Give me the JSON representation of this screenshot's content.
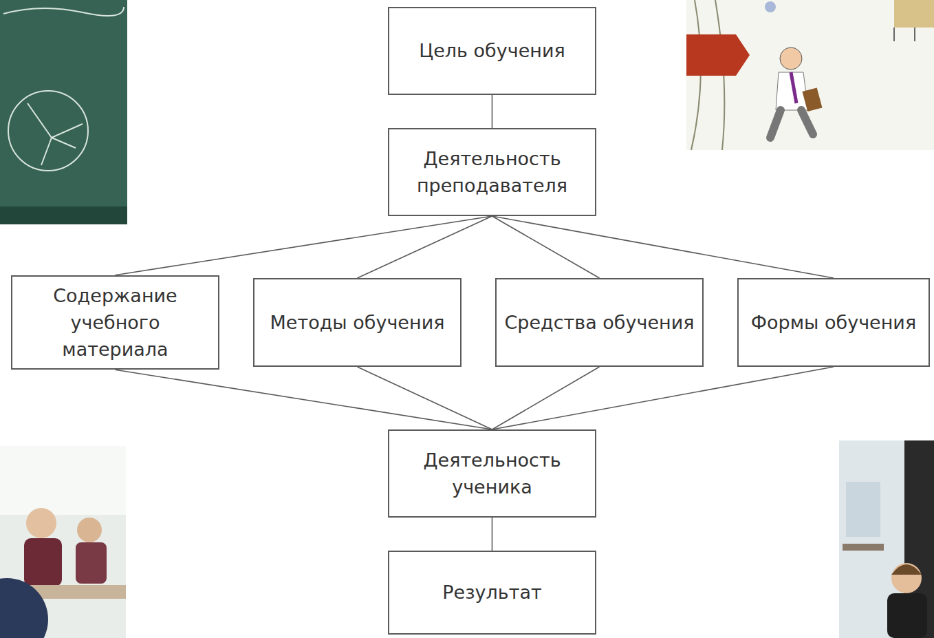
{
  "diagram": {
    "nodes": [
      {
        "text": [
          "Цель обучения"
        ]
      },
      {
        "text": [
          "Деятельность преподавателя"
        ]
      },
      {
        "text": [
          "Содержание учебного материала"
        ]
      },
      {
        "text": [
          "Методы обучения"
        ]
      },
      {
        "text": [
          "Средства обучения"
        ]
      },
      {
        "text": [
          "Формы обучения"
        ]
      },
      {
        "text": [
          "Деятельность ученика"
        ]
      },
      {
        "text": [
          "Результат"
        ]
      }
    ],
    "edges": [
      {
        "from": 0,
        "to": 1,
        "arrow": "none"
      },
      {
        "from": 1,
        "to": 2,
        "arrow": "none"
      },
      {
        "from": 1,
        "to": 3,
        "arrow": "none"
      },
      {
        "from": 1,
        "to": 4,
        "arrow": "none"
      },
      {
        "from": 1,
        "to": 5,
        "arrow": "none"
      },
      {
        "from": 2,
        "to": 6,
        "arrow": "none"
      },
      {
        "from": 3,
        "to": 6,
        "arrow": "none"
      },
      {
        "from": 4,
        "to": 6,
        "arrow": "none"
      },
      {
        "from": 5,
        "to": 6,
        "arrow": "none"
      },
      {
        "from": 6,
        "to": 7,
        "arrow": "none"
      }
    ]
  }
}
